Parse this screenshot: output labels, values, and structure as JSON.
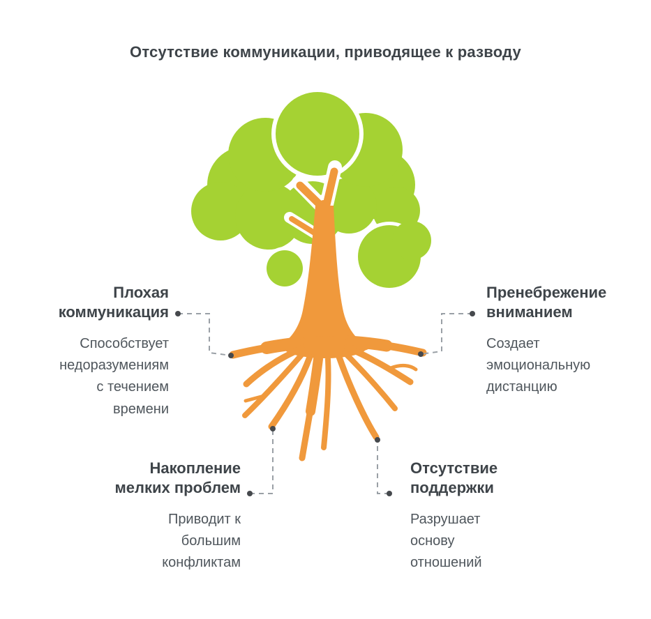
{
  "title": "Отсутствие коммуникации, приводящее к разводу",
  "colors": {
    "tree-green": "#a5d233",
    "tree-orange": "#f0993c",
    "heading": "#3e4449",
    "body": "#4f565c",
    "connector": "#9aa0a6",
    "dot": "#46494d"
  },
  "nodes": [
    {
      "id": "poor-communication",
      "heading": "Плохая\nкоммуникация",
      "description": "Способствует\nнедоразумениям\nс течением\nвремени"
    },
    {
      "id": "neglect-attention",
      "heading": "Пренебрежение\nвниманием",
      "description": "Создает\nэмоциональную\nдистанцию"
    },
    {
      "id": "small-problems",
      "heading": "Накопление\nмелких проблем",
      "description": "Приводит к\nбольшим\nконфликтам"
    },
    {
      "id": "lack-support",
      "heading": "Отсутствие\nподдержки",
      "description": "Разрушает\nоснову\nотношений"
    }
  ]
}
